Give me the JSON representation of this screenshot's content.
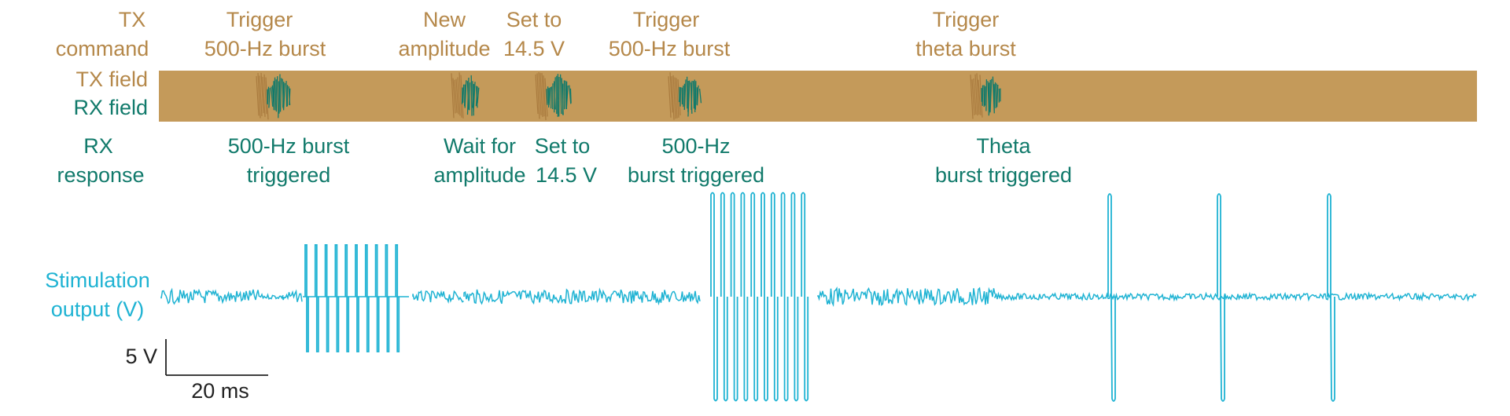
{
  "colors": {
    "tx": "#c49a5a",
    "tx_text": "#b5884a",
    "rx": "#117a6b",
    "stim": "#1fb3d3",
    "scale": "#222222"
  },
  "row_labels": {
    "tx_command": [
      "TX",
      "command"
    ],
    "tx_field": "TX field",
    "rx_field": "RX field",
    "rx_response": [
      "RX",
      "response"
    ],
    "stimulation": [
      "Stimulation",
      "output (V)"
    ]
  },
  "tx_annotations": [
    {
      "lines": [
        "Trigger",
        "500-Hz burst"
      ]
    },
    {
      "lines": [
        "New",
        "amplitude"
      ]
    },
    {
      "lines": [
        "Set to",
        "14.5 V"
      ]
    },
    {
      "lines": [
        "Trigger",
        "500-Hz burst"
      ]
    },
    {
      "lines": [
        "Trigger",
        "theta burst"
      ]
    }
  ],
  "rx_annotations": [
    {
      "lines": [
        "500-Hz burst",
        "triggered"
      ]
    },
    {
      "lines": [
        "Wait for",
        "amplitude"
      ]
    },
    {
      "lines": [
        "Set to",
        "14.5 V"
      ]
    },
    {
      "lines": [
        "500-Hz",
        "burst triggered"
      ]
    },
    {
      "lines": [
        "Theta",
        "burst triggered"
      ]
    }
  ],
  "scale_bar": {
    "voltage": "5 V",
    "time": "20 ms"
  }
}
